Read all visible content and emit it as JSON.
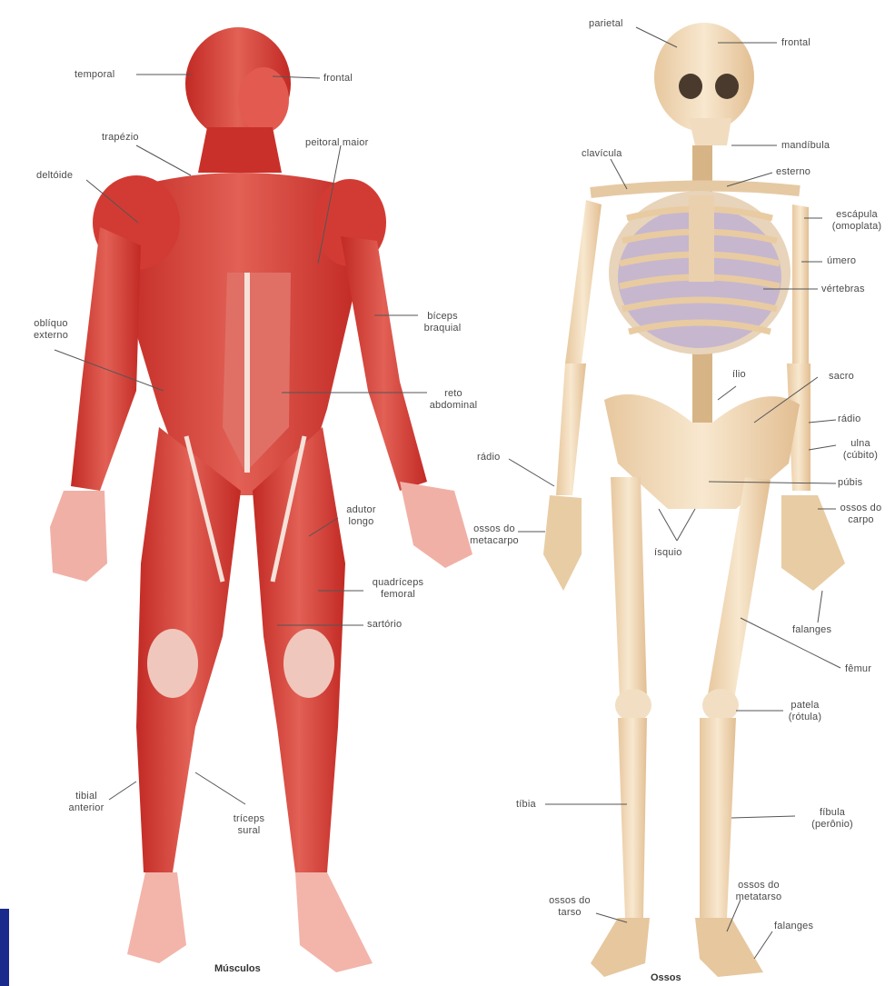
{
  "colors": {
    "muscle_dark": "#b8201d",
    "muscle_mid": "#d8423a",
    "muscle_light": "#ee8a7e",
    "tendon": "#f7e9e2",
    "bone": "#f3dcb8",
    "bone_shade": "#d9b88c",
    "ribs_shadow": "#a9a3c7",
    "leader": "#555555",
    "left_bar": "#1a2a8c"
  },
  "captions": {
    "muscles": "Músculos",
    "bones": "Ossos"
  },
  "muscles": {
    "temporal": "temporal",
    "frontal": "frontal",
    "trapezio": "trapézio",
    "peitoral_maior": "peitoral maior",
    "deltoide": "deltóide",
    "obliquo_line1": "oblíquo",
    "obliquo_line2": "externo",
    "biceps_line1": "bíceps",
    "biceps_line2": "braquial",
    "reto_line1": "reto",
    "reto_line2": "abdominal",
    "adutor_line1": "adutor",
    "adutor_line2": "longo",
    "quadriceps_line1": "quadríceps",
    "quadriceps_line2": "femoral",
    "sartorio": "sartório",
    "tibial_line1": "tibial",
    "tibial_line2": "anterior",
    "triceps_line1": "tríceps",
    "triceps_line2": "sural"
  },
  "bones": {
    "parietal": "parietal",
    "frontal": "frontal",
    "clavicula": "clavícula",
    "mandibula": "mandíbula",
    "esterno": "esterno",
    "escapula_line1": "escápula",
    "escapula_line2": "(omoplata)",
    "umero": "úmero",
    "vertebras": "vértebras",
    "ilio": "ílio",
    "sacro": "sacro",
    "radio_right": "rádio",
    "radio_left": "rádio",
    "ulna_line1": "ulna",
    "ulna_line2": "(cúbito)",
    "pubis": "púbis",
    "ossos_carpo_line1": "ossos do",
    "ossos_carpo_line2": "carpo",
    "ossos_metacarpo_line1": "ossos do",
    "ossos_metacarpo_line2": "metacarpo",
    "isquio": "ísquio",
    "falanges_hand": "falanges",
    "femur": "fêmur",
    "patela_line1": "patela",
    "patela_line2": "(rótula)",
    "tibia": "tíbia",
    "fibula_line1": "fíbula",
    "fibula_line2": "(perônio)",
    "ossos_tarso_line1": "ossos do",
    "ossos_tarso_line2": "tarso",
    "ossos_metatarso_line1": "ossos do",
    "ossos_metatarso_line2": "metatarso",
    "falanges_foot": "falanges"
  }
}
